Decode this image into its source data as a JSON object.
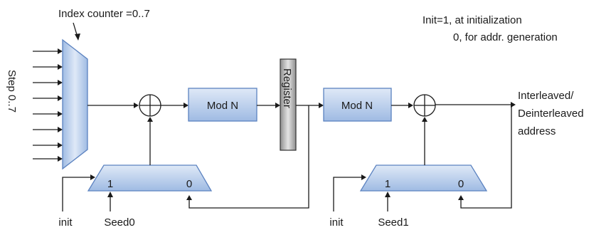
{
  "labels": {
    "index_counter": "Index counter =0..7",
    "step": "Step  0..7",
    "init_note_line1": "Init=1, at initialization",
    "init_note_line2": "0,  for addr. generation",
    "output_line1": "Interleaved/",
    "output_line2": "Deinterleaved",
    "output_line3": "address"
  },
  "blocks": {
    "mod1": "Mod N",
    "mod2": "Mod N",
    "register": "Register"
  },
  "mux1": {
    "in1": "1",
    "in0": "0",
    "select": "init",
    "seed": "Seed0"
  },
  "mux2": {
    "in1": "1",
    "in0": "0",
    "select": "init",
    "seed": "Seed1"
  },
  "colors": {
    "block_fill_top": "#dfe9f7",
    "block_fill_bottom": "#9fbbe3",
    "block_stroke": "#5b82c0",
    "register_fill_top": "#e6e6e6",
    "register_fill_bottom": "#9a9a9a",
    "wire": "#1a1a1a"
  }
}
